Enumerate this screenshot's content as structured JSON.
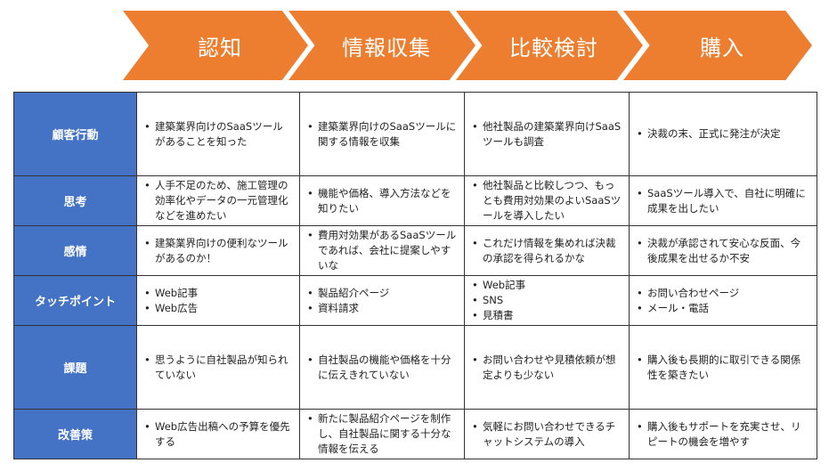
{
  "stages": [
    "認知",
    "情報収集",
    "比較検討",
    "購入"
  ],
  "rows": [
    {
      "label": "顧客行動",
      "cells": [
        [
          "建築業界向けのSaaSツールがあることを知った"
        ],
        [
          "建築業界向けのSaaSツールに関する情報を収集"
        ],
        [
          "他社製品の建築業界向けSaaSツールも調査"
        ],
        [
          "決裁の末、正式に発注が決定"
        ]
      ]
    },
    {
      "label": "思考",
      "cells": [
        [
          "人手不足のため、施工管理の効率化やデータの一元管理化などを進めたい"
        ],
        [
          "機能や価格、導入方法などを知りたい"
        ],
        [
          "他社製品と比較しつつ、もっとも費用対効果のよいSaaSツールを導入したい"
        ],
        [
          "SaaSツール導入で、自社に明確に成果を出したい"
        ]
      ]
    },
    {
      "label": "感情",
      "cells": [
        [
          "建築業界向けの便利なツールがあるのか！"
        ],
        [
          "費用対効果があるSaaSツールであれば、会社に提案しやすいな"
        ],
        [
          "これだけ情報を集めれば決裁の承認を得られるかな"
        ],
        [
          "決裁が承認されて安心な反面、今後成果を出せるか不安"
        ]
      ]
    },
    {
      "label": "タッチポイント",
      "cells": [
        [
          "Web記事",
          "Web広告"
        ],
        [
          "製品紹介ページ",
          "資料請求"
        ],
        [
          "Web記事",
          "SNS",
          "見積書"
        ],
        [
          "お問い合わせページ",
          "メール・電話"
        ]
      ]
    },
    {
      "label": "課題",
      "cells": [
        [
          "思うように自社製品が知られていない"
        ],
        [
          "自社製品の機能や価格を十分に伝えきれていない"
        ],
        [
          "お問い合わせや見積依頼が想定よりも少ない"
        ],
        [
          "購入後も長期的に取引できる関係性を築きたい"
        ]
      ]
    },
    {
      "label": "改善策",
      "cells": [
        [
          "Web広告出稿への予算を優先する"
        ],
        [
          "新たに製品紹介ページを制作し、自社製品に関する十分な情報を伝える"
        ],
        [
          "気軽にお問い合わせできるチャットシステムの導入"
        ],
        [
          "購入後もサポートを充実させ、リピートの機会を増やす"
        ]
      ]
    }
  ]
}
